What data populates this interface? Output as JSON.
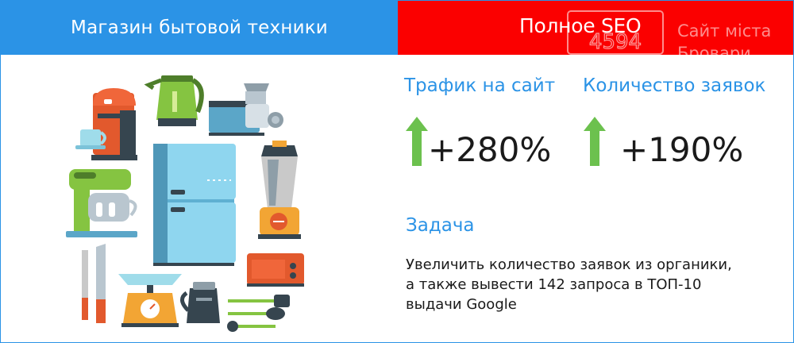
{
  "header": {
    "left_title": "Магазин бытовой техники",
    "right_title": "Полное SEO"
  },
  "watermark": {
    "logo_number": "4594",
    "city_line1": "Сайт міста",
    "city_line2": "Бровари"
  },
  "metrics": [
    {
      "label": "Трафик на сайт",
      "value": "+280%",
      "trend": "up",
      "arrow_icon": "arrow-up-icon"
    },
    {
      "label": "Количество заявок",
      "value": "+190%",
      "trend": "up",
      "arrow_icon": "arrow-up-icon"
    }
  ],
  "task": {
    "title": "Задача",
    "line1": "Увеличить количество заявок из органики,",
    "line2": "а также вывести 142 запроса в ТОП-10",
    "line3": "выдачи Google"
  },
  "illustration": {
    "icons": [
      "coffee-machine-icon",
      "kettle-icon",
      "meat-grinder-icon",
      "stand-mixer-icon",
      "refrigerator-icon",
      "blender-icon",
      "knives-icon",
      "kitchen-scale-icon",
      "jug-icon",
      "utensils-icon",
      "toaster-oven-icon"
    ]
  },
  "colors": {
    "blue": "#2b93e6",
    "red": "#fb0000",
    "arrow_green": "#6cc14e",
    "text_dark": "#1a1a1a"
  }
}
